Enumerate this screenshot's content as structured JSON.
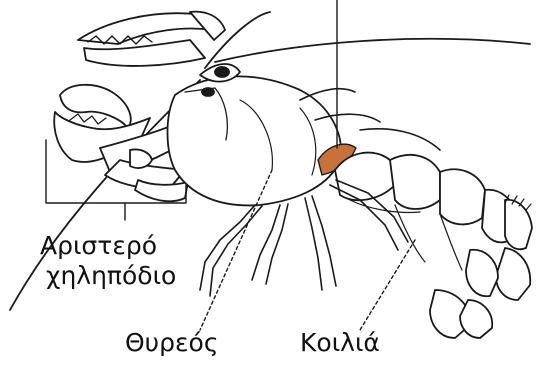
{
  "labels": {
    "left_claw_line1": "Αριστερό",
    "left_claw_line2": "χηληπόδιο",
    "carapace": "Θυρεός",
    "abdomen": "Κοιλιά"
  },
  "colors": {
    "outline": "#1a1a1a",
    "highlight": "#c8713a",
    "background": "#ffffff"
  }
}
